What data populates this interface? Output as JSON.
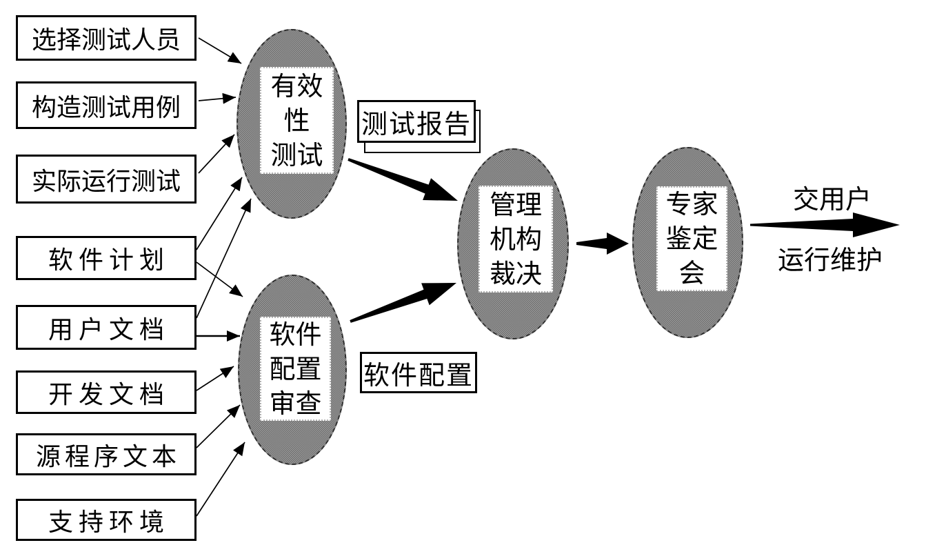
{
  "diagram": {
    "inputs": [
      {
        "label": "选择测试人员"
      },
      {
        "label": "构造测试用例"
      },
      {
        "label": "实际运行测试"
      },
      {
        "label": "软件计划"
      },
      {
        "label": "用户文档"
      },
      {
        "label": "开发文档"
      },
      {
        "label": "源程序文本"
      },
      {
        "label": "支持环境"
      }
    ],
    "processes": [
      {
        "name": "validity-test",
        "lines": [
          "有效",
          "性",
          "测试"
        ]
      },
      {
        "name": "software-configuration-review",
        "lines": [
          "软件",
          "配置",
          "审查"
        ]
      },
      {
        "name": "management-authority-ruling",
        "lines": [
          "管理",
          "机构",
          "裁决"
        ]
      },
      {
        "name": "expert-appraisal-meeting",
        "lines": [
          "专家",
          "鉴定",
          "会"
        ]
      }
    ],
    "artifacts": [
      {
        "label": "测试报告"
      },
      {
        "label": "软件配置"
      }
    ],
    "outputs": [
      {
        "label": "交用户"
      },
      {
        "label": "运行维护"
      }
    ],
    "colors": {
      "ellipse_fill_dark": "#6b6b6b",
      "ellipse_fill_light": "#9e9e9e",
      "ink": "#000000",
      "background": "#ffffff"
    }
  }
}
